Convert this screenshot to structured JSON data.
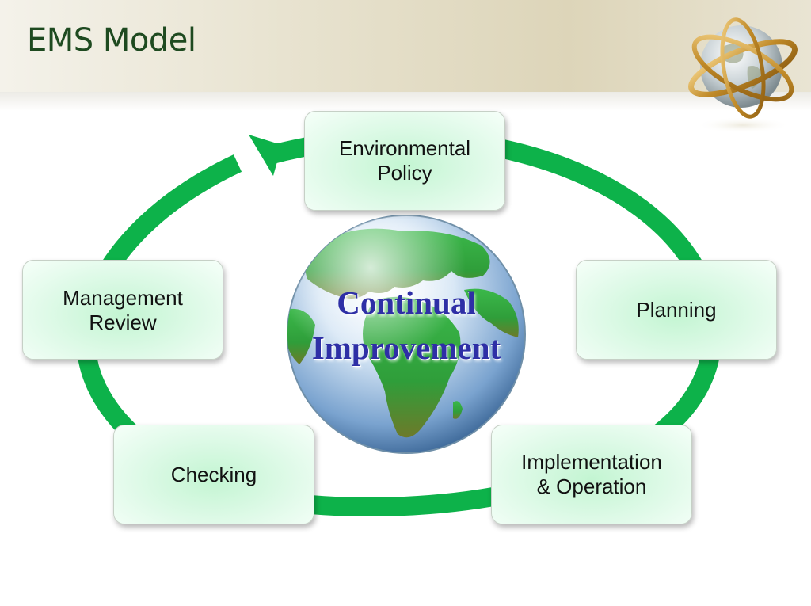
{
  "slide": {
    "title": "EMS Model"
  },
  "cycle": {
    "center_label": "Continual\nImprovement",
    "steps": [
      {
        "id": "policy",
        "label": "Environmental\nPolicy"
      },
      {
        "id": "planning",
        "label": "Planning"
      },
      {
        "id": "implementation",
        "label": "Implementation\n& Operation"
      },
      {
        "id": "checking",
        "label": "Checking"
      },
      {
        "id": "review",
        "label": "Management\nReview"
      }
    ]
  },
  "colors": {
    "arrow": "#0db24a",
    "box_fill": "#d4f8e1",
    "title": "#1e4a20",
    "center_text": "#2e2fa6"
  }
}
